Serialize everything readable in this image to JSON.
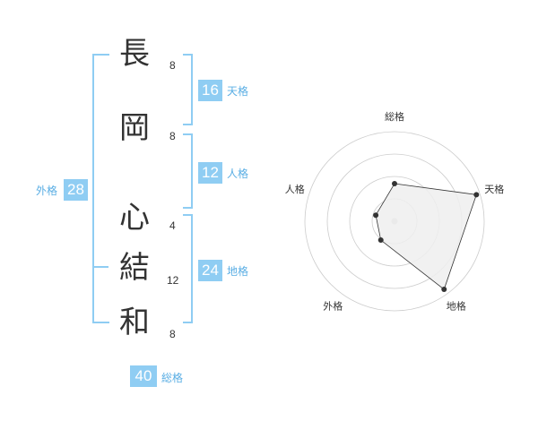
{
  "name": {
    "chars": [
      {
        "char": "長",
        "strokes": "8"
      },
      {
        "char": "岡",
        "strokes": "8"
      },
      {
        "char": "心",
        "strokes": "4"
      },
      {
        "char": "結",
        "strokes": "12"
      },
      {
        "char": "和",
        "strokes": "8"
      }
    ]
  },
  "fortune": {
    "tenkaku": {
      "value": "16",
      "label": "天格"
    },
    "jinkaku": {
      "value": "12",
      "label": "人格"
    },
    "chikaku": {
      "value": "24",
      "label": "地格"
    },
    "gaikaku": {
      "value": "28",
      "label": "外格"
    },
    "soukaku": {
      "value": "40",
      "label": "総格"
    }
  },
  "chart_data": {
    "type": "radar",
    "axes": [
      "総格",
      "天格",
      "地格",
      "外格",
      "人格"
    ],
    "values": [
      2.1,
      4.8,
      4.7,
      1.3,
      1.1
    ],
    "max": 5,
    "rings": 4,
    "colors": {
      "fill": "#eeeeee",
      "line": "#333333",
      "grid": "#cccccc",
      "center": "#cccccc"
    }
  }
}
